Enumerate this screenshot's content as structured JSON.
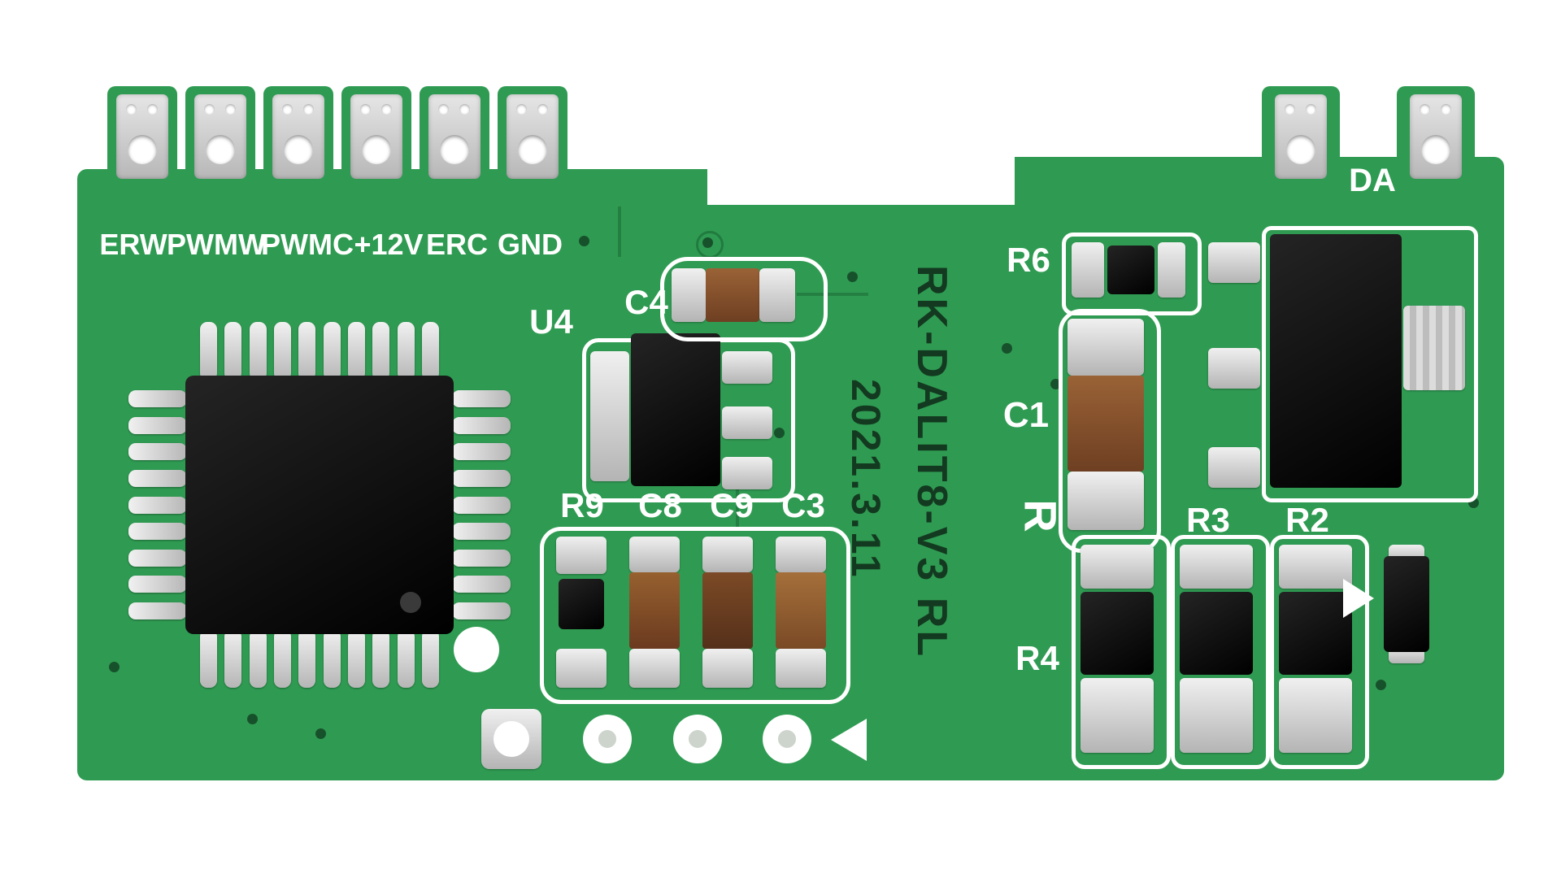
{
  "image_type": "pcb-photo",
  "board": {
    "color": "#2f9b52",
    "silkscreen_color": "#ffffff",
    "marking_color": "#133a20"
  },
  "terminals": {
    "left": [
      "ERW",
      "PWMW",
      "PWMC",
      "+12V",
      "ERC",
      "GND"
    ],
    "right": [
      "DA"
    ]
  },
  "labels": {
    "u4": "U4",
    "c4": "C4",
    "r9": "R9",
    "c8": "C8",
    "c9": "C9",
    "c3": "C3",
    "r6": "R6",
    "c1": "C1",
    "r": "R",
    "r3": "R3",
    "r2": "R2",
    "r4": "R4"
  },
  "markings": {
    "model": "RK-DALIT8-V3 RL",
    "date": "2021.3.11"
  }
}
